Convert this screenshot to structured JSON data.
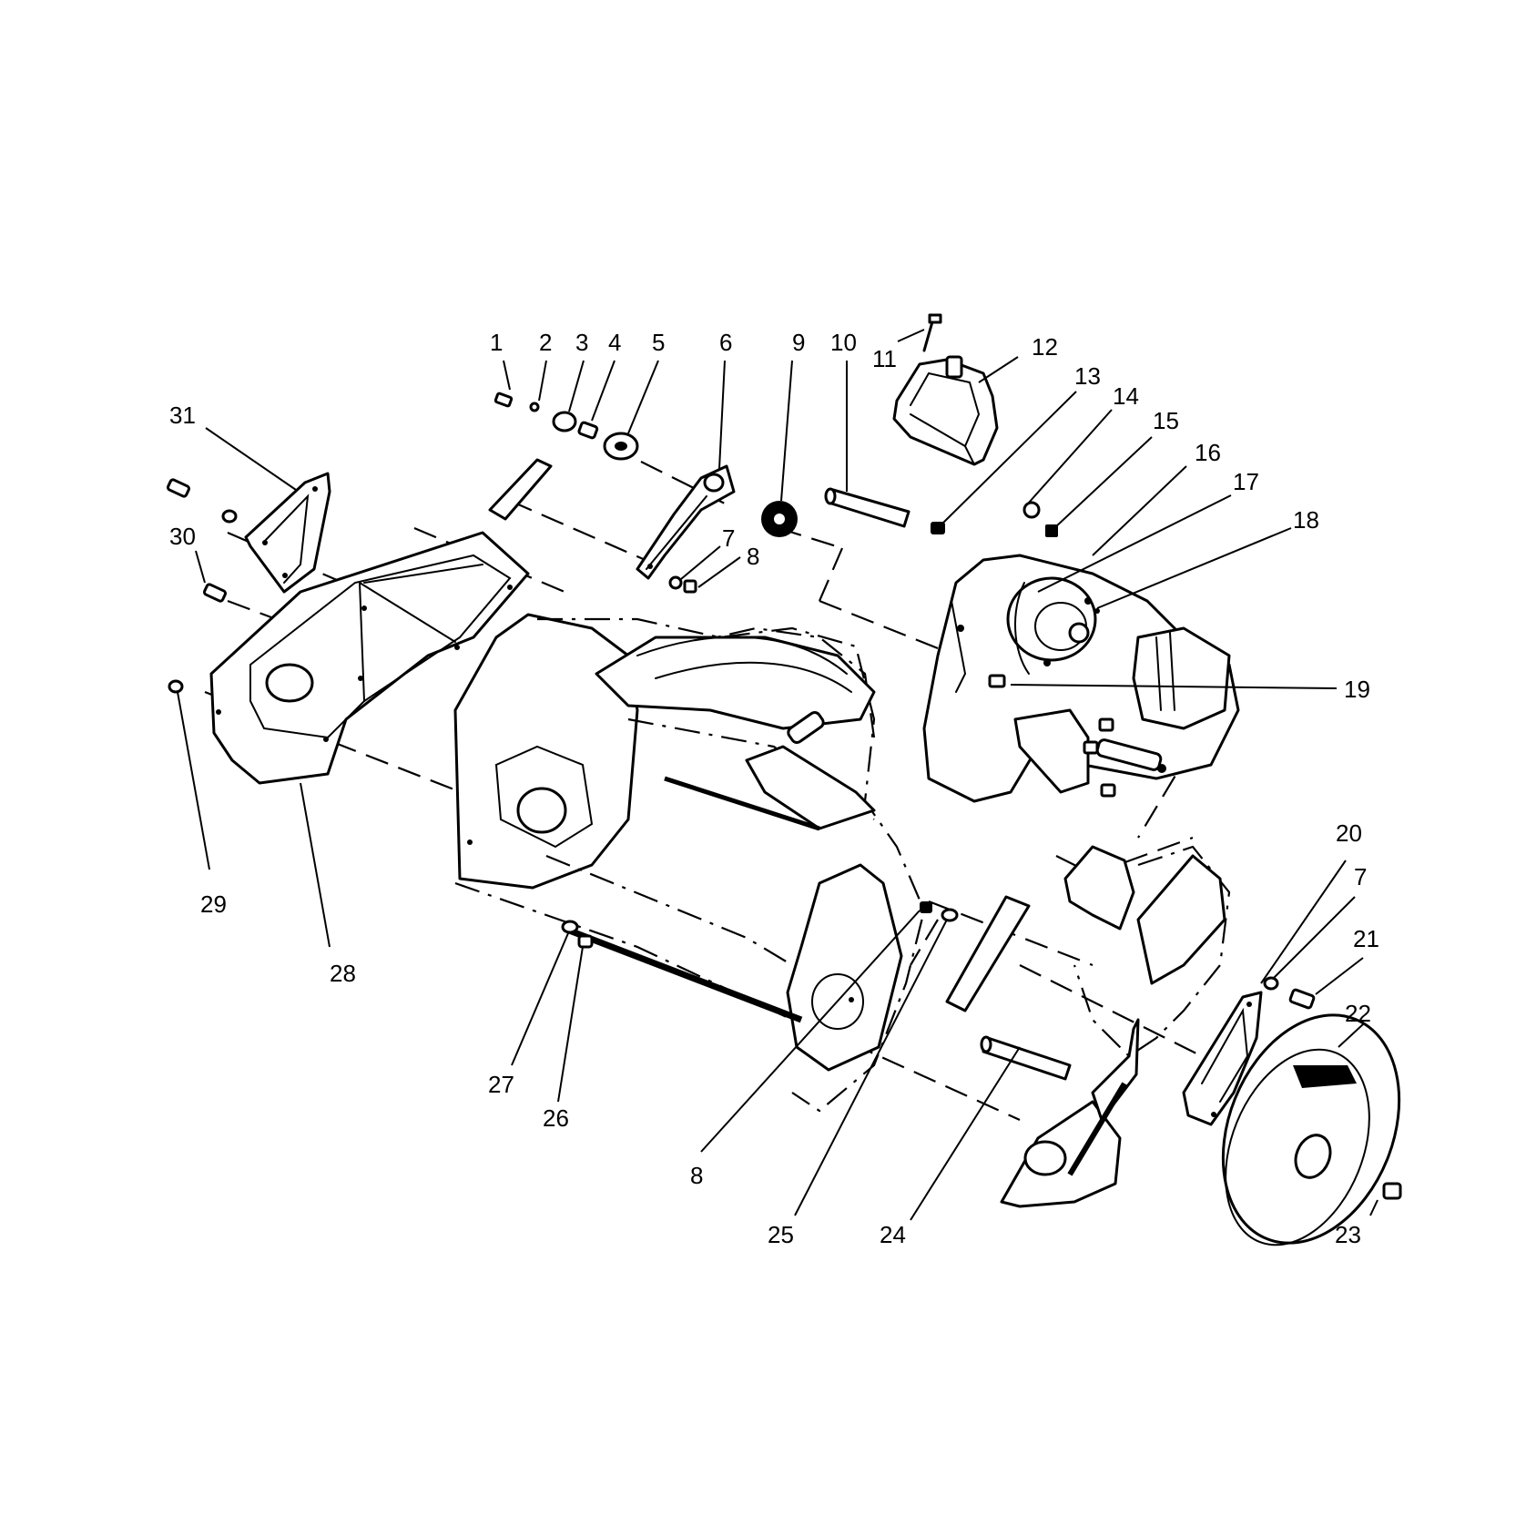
{
  "callouts": [
    {
      "id": "c1",
      "text": "1"
    },
    {
      "id": "c2",
      "text": "2"
    },
    {
      "id": "c3",
      "text": "3"
    },
    {
      "id": "c4",
      "text": "4"
    },
    {
      "id": "c5",
      "text": "5"
    },
    {
      "id": "c6",
      "text": "6"
    },
    {
      "id": "c7a",
      "text": "7"
    },
    {
      "id": "c8a",
      "text": "8"
    },
    {
      "id": "c9",
      "text": "9"
    },
    {
      "id": "c10",
      "text": "10"
    },
    {
      "id": "c11",
      "text": "11"
    },
    {
      "id": "c12",
      "text": "12"
    },
    {
      "id": "c13",
      "text": "13"
    },
    {
      "id": "c14",
      "text": "14"
    },
    {
      "id": "c15",
      "text": "15"
    },
    {
      "id": "c16",
      "text": "16"
    },
    {
      "id": "c17",
      "text": "17"
    },
    {
      "id": "c18",
      "text": "18"
    },
    {
      "id": "c19",
      "text": "19"
    },
    {
      "id": "c20",
      "text": "20"
    },
    {
      "id": "c7b",
      "text": "7"
    },
    {
      "id": "c21",
      "text": "21"
    },
    {
      "id": "c22",
      "text": "22"
    },
    {
      "id": "c23",
      "text": "23"
    },
    {
      "id": "c24",
      "text": "24"
    },
    {
      "id": "c25",
      "text": "25"
    },
    {
      "id": "c8b",
      "text": "8"
    },
    {
      "id": "c26",
      "text": "26"
    },
    {
      "id": "c27",
      "text": "27"
    },
    {
      "id": "c28",
      "text": "28"
    },
    {
      "id": "c29",
      "text": "29"
    },
    {
      "id": "c30",
      "text": "30"
    },
    {
      "id": "c31",
      "text": "31"
    }
  ]
}
